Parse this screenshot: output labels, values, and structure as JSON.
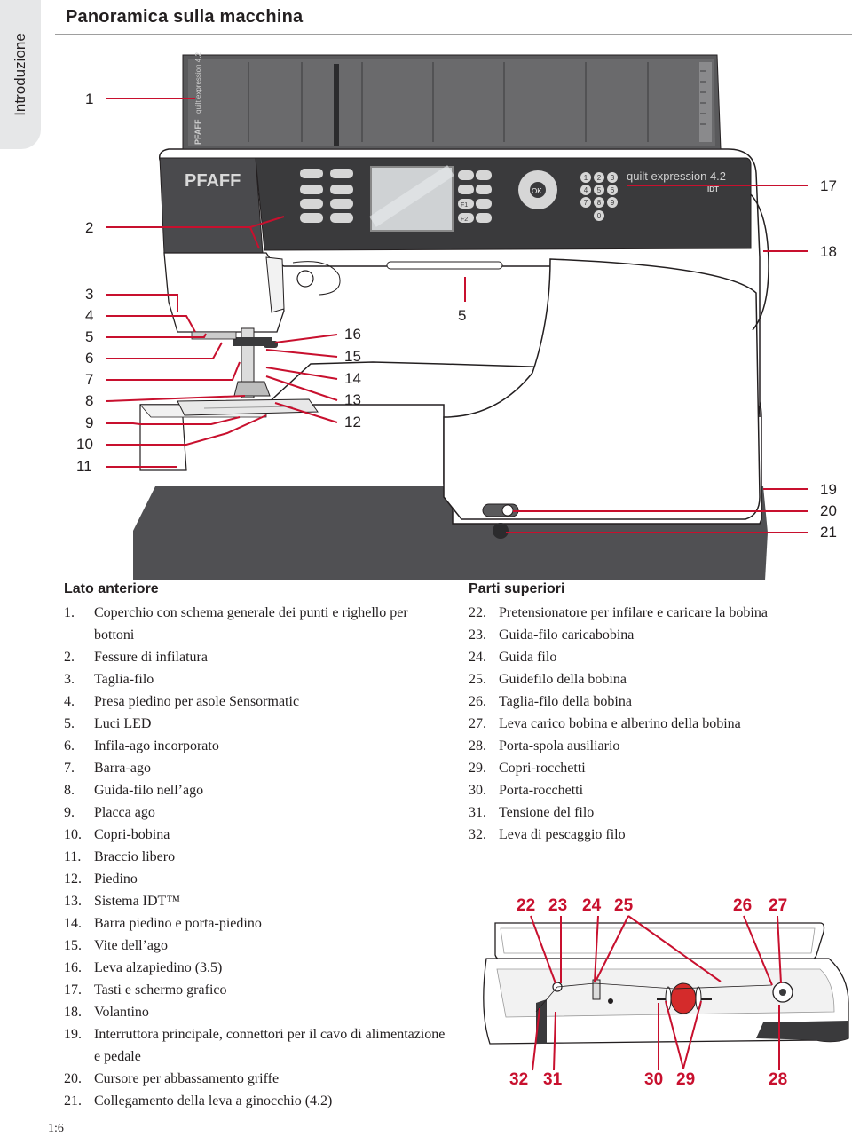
{
  "side_tab": "Introduzione",
  "page_title": "Panoramica sulla macchina",
  "machine": {
    "brand": "PFAFF",
    "cover_brand": "PFAFF",
    "cover_model": "quilt expression 4.2",
    "model": "quilt expression 4.2",
    "idt_logo": "IDT",
    "ok_label": "OK",
    "f1_label": "F1",
    "f2_label": "F2",
    "keypad": [
      "1",
      "2",
      "3",
      "4",
      "5",
      "6",
      "7",
      "8",
      "9",
      "0"
    ]
  },
  "callouts_left": [
    "1",
    "2",
    "3",
    "4",
    "5",
    "6",
    "7",
    "8",
    "9",
    "10",
    "11"
  ],
  "callouts_mid": [
    "16",
    "15",
    "14",
    "13",
    "12"
  ],
  "callout_center": "5",
  "callouts_right": [
    "17",
    "18",
    "19",
    "20",
    "21"
  ],
  "front": {
    "heading": "Lato anteriore",
    "items": [
      {
        "n": "1.",
        "text": "Coperchio con schema generale dei punti e righello per bottoni"
      },
      {
        "n": "2.",
        "text": "Fessure di infilatura"
      },
      {
        "n": "3.",
        "text": "Taglia-filo"
      },
      {
        "n": "4.",
        "text": "Presa piedino per asole Sensormatic"
      },
      {
        "n": "5.",
        "text": "Luci LED"
      },
      {
        "n": "6.",
        "text": "Infila-ago incorporato"
      },
      {
        "n": "7.",
        "text": "Barra-ago"
      },
      {
        "n": "8.",
        "text": "Guida-filo nell’ago"
      },
      {
        "n": "9.",
        "text": "Placca ago"
      },
      {
        "n": "10.",
        "text": "Copri-bobina"
      },
      {
        "n": "11.",
        "text": "Braccio libero"
      },
      {
        "n": "12.",
        "text": "Piedino"
      },
      {
        "n": "13.",
        "text": "Sistema IDT™"
      },
      {
        "n": "14.",
        "text": "Barra piedino e porta-piedino"
      },
      {
        "n": "15.",
        "text": "Vite dell’ago"
      },
      {
        "n": "16.",
        "text": "Leva alzapiedino (3.5)"
      },
      {
        "n": "17.",
        "text": "Tasti e schermo grafico"
      },
      {
        "n": "18.",
        "text": "Volantino"
      },
      {
        "n": "19.",
        "text": "Interruttora principale, connettori per il cavo di alimentazione e pedale"
      },
      {
        "n": "20.",
        "text": "Cursore per abbassamento griffe"
      },
      {
        "n": "21.",
        "text": "Collegamento della leva a ginocchio (4.2)"
      }
    ]
  },
  "top": {
    "heading": "Parti superiori",
    "items": [
      {
        "n": "22.",
        "text": "Pretensionatore per infilare e caricare la bobina"
      },
      {
        "n": "23.",
        "text": "Guida-filo caricabobina"
      },
      {
        "n": "24.",
        "text": "Guida filo"
      },
      {
        "n": "25.",
        "text": "Guidefilo della bobina"
      },
      {
        "n": "26.",
        "text": "Taglia-filo della bobina"
      },
      {
        "n": "27.",
        "text": "Leva carico bobina e alberino della bobina"
      },
      {
        "n": "28.",
        "text": "Porta-spola ausiliario"
      },
      {
        "n": "29.",
        "text": "Copri-rocchetti"
      },
      {
        "n": "30.",
        "text": "Porta-rocchetti"
      },
      {
        "n": "31.",
        "text": "Tensione del filo"
      },
      {
        "n": "32.",
        "text": "Leva di pescaggio filo"
      }
    ]
  },
  "top_callouts": {
    "upper": [
      "22",
      "23",
      "24",
      "25",
      "26",
      "27"
    ],
    "lower": [
      "32",
      "31",
      "30",
      "29",
      "28"
    ]
  },
  "page_number": "1:6",
  "colors": {
    "accent": "#c8102e",
    "panel": "#3a3a3c",
    "tab": "#e6e7e8",
    "text": "#231f20"
  }
}
